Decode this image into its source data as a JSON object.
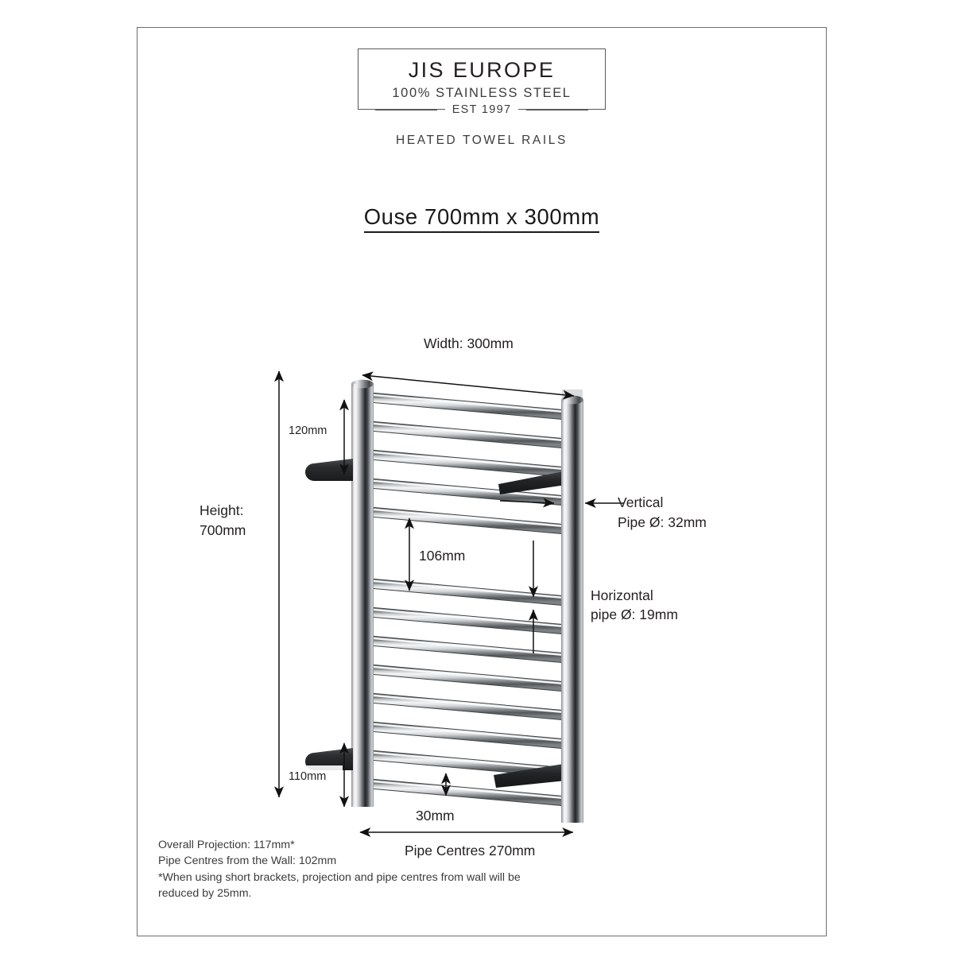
{
  "document": {
    "type": "product-specification-sheet"
  },
  "header": {
    "brand_name": "JIS EUROPE",
    "brand_subtitle": "100% STAINLESS STEEL",
    "established": "EST 1997",
    "tagline": "HEATED TOWEL RAILS"
  },
  "product": {
    "title": "Ouse 700mm x 300mm"
  },
  "dimensions": {
    "width_label": "Width: 300mm",
    "height_label_line1": "Height:",
    "height_label_line2": "700mm",
    "top_offset": "120mm",
    "bar_spacing": "106mm",
    "bottom_offset": "110mm",
    "bar_gap": "30mm",
    "pipe_centres": "Pipe Centres 270mm",
    "vertical_pipe_line1": "Vertical",
    "vertical_pipe_line2": "Pipe Ø: 32mm",
    "horizontal_pipe_line1": "Horizontal",
    "horizontal_pipe_line2": "pipe Ø: 19mm"
  },
  "notes": {
    "line1": "Overall Projection: 117mm*",
    "line2": "Pipe Centres from the Wall: 102mm",
    "line3": "*When using short brackets, projection and pipe centres from wall will be",
    "line4": "reduced by 25mm."
  },
  "colors": {
    "border": "#6d6e71",
    "text": "#231f20",
    "steel_light": "#e8e9ea",
    "steel_mid": "#9b9ea1",
    "steel_dark": "#3a3c3e",
    "bracket": "#2e3032"
  }
}
